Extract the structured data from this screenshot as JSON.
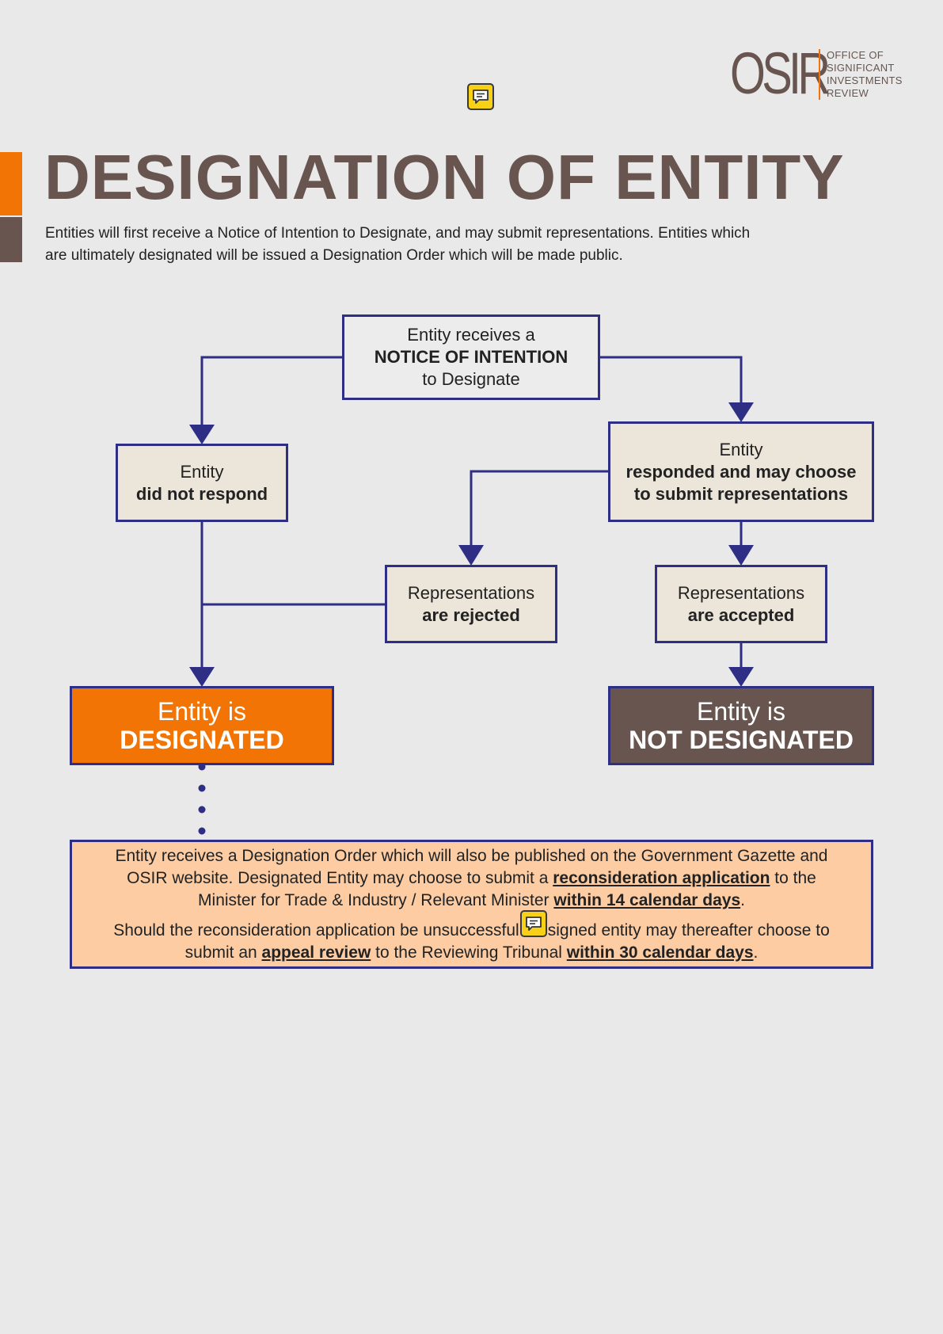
{
  "logo": {
    "mark": "OSIR",
    "lines": [
      "OFFICE OF",
      "SIGNIFICANT",
      "INVESTMENTS",
      "REVIEW"
    ]
  },
  "title": "DESIGNATION OF ENTITY",
  "intro": {
    "line1": "Entities will first receive a Notice of Intention to Designate, and may submit representations. Entities which",
    "line2": "are ultimately designated will be issued a Designation Order which will be made public."
  },
  "nodes": {
    "notice": {
      "l1": "Entity receives a",
      "l2": "NOTICE OF INTENTION",
      "l3": "to Designate"
    },
    "no_response": {
      "l1": "Entity",
      "l2": "did not respond"
    },
    "responded": {
      "l1": "Entity",
      "l2": "responded and may choose",
      "l3": "to submit representations"
    },
    "rejected": {
      "l1": "Representations",
      "l2": "are rejected"
    },
    "accepted": {
      "l1": "Representations",
      "l2": "are accepted"
    },
    "designated": {
      "l1": "Entity is",
      "l2": "DESIGNATED"
    },
    "not_designated": {
      "l1": "Entity is",
      "l2": "NOT DESIGNATED"
    }
  },
  "order_info": {
    "p1_a": "Entity receives a Designation Order which will also be published on the Government Gazette and",
    "p1_b_pre": "OSIR website. Designated Entity may choose to submit a ",
    "p1_b_link": "reconsideration application",
    "p1_b_post": " to the",
    "p1_c_pre": "Minister for Trade & Industry / Relevant Minister ",
    "p1_c_link": "within 14 calendar days",
    "p1_c_post": ".",
    "p2_a_pre": "Should the reconsideration application be unsuccessful",
    "p2_a_post": "signed entity may thereafter choose to",
    "p2_b_pre": "submit an ",
    "p2_b_link1": "appeal review",
    "p2_b_mid": " to the Reviewing Tribunal ",
    "p2_b_link2": "within 30 calendar days",
    "p2_b_post": "."
  },
  "colors": {
    "brand_brown": "#68554f",
    "brand_orange": "#f27405",
    "line_navy": "#2e2e84",
    "info_fill": "#fdcca2",
    "comment_yellow": "#f7d117"
  },
  "icons": [
    "comment-icon"
  ]
}
